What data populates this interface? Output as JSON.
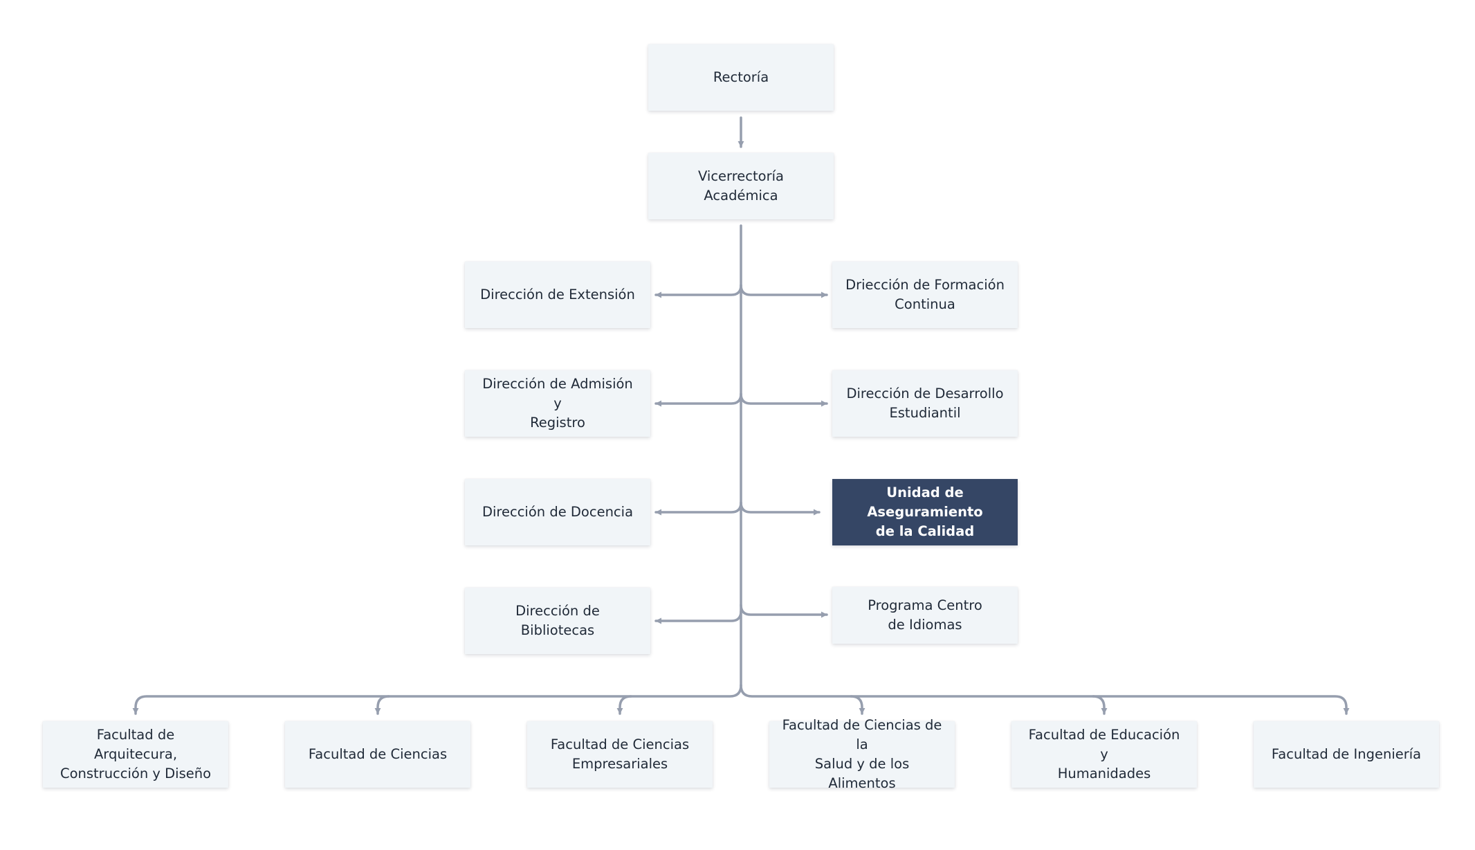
{
  "colors": {
    "connector": "#969eae",
    "node_background": "#f1f5f8",
    "node_text": "#1f2937",
    "highlight_background": "#354665",
    "highlight_text": "#ffffff"
  },
  "root": {
    "label": "Rectoría"
  },
  "vicerrectoria": {
    "label": "Vicerrectoría Académica"
  },
  "left_units": [
    {
      "label": "Dirección de Extensión"
    },
    {
      "label": "Dirección de Admisión y\nRegistro"
    },
    {
      "label": "Dirección de Docencia"
    },
    {
      "label": "Dirección de Bibliotecas"
    }
  ],
  "right_units": [
    {
      "label": "Driección de Formación\nContinua"
    },
    {
      "label": "Dirección de Desarrollo\nEstudiantil"
    },
    {
      "label": "Unidad de Aseguramiento\nde la Calidad",
      "highlighted": true
    },
    {
      "label": "Programa Centro\nde Idiomas"
    }
  ],
  "faculties": [
    {
      "label": "Facultad de Arquitecura,\nConstrucción y Diseño"
    },
    {
      "label": "Facultad de Ciencias"
    },
    {
      "label": "Facultad de Ciencias\nEmpresariales"
    },
    {
      "label": "Facultad de Ciencias de la\nSalud y de los Alimentos"
    },
    {
      "label": "Facultad de Educación y\nHumanidades"
    },
    {
      "label": "Facultad de Ingeniería"
    }
  ]
}
